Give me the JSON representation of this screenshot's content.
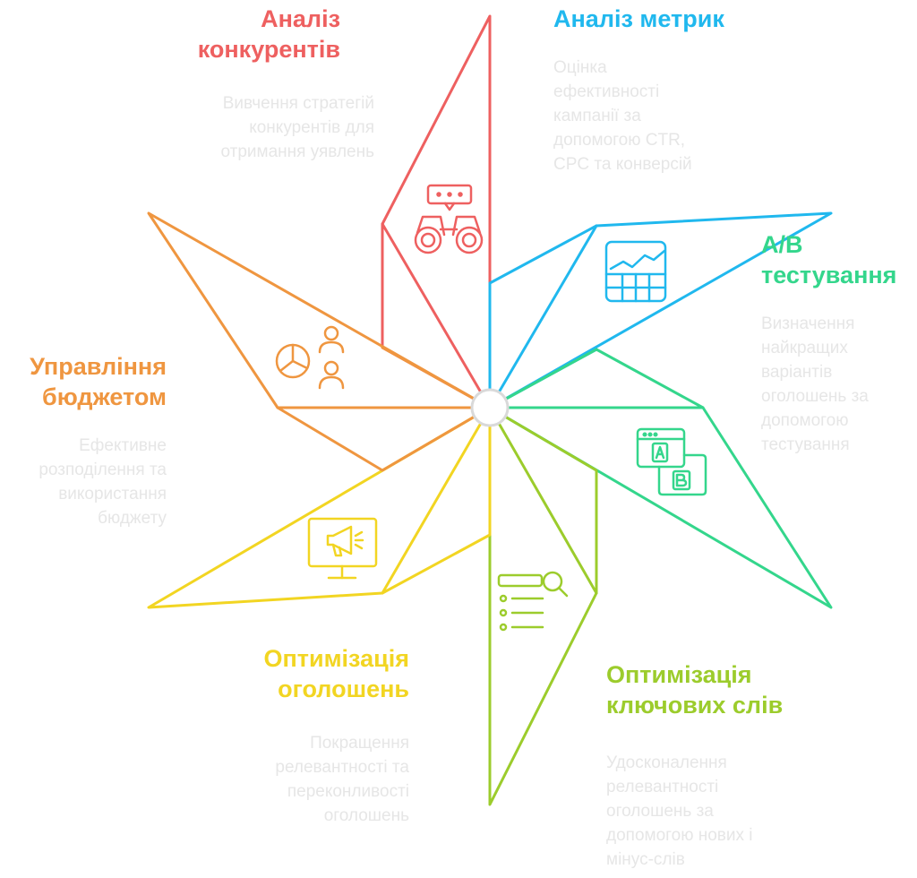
{
  "colors": {
    "red": "#ee6060",
    "blue": "#20b8ee",
    "green": "#34d68c",
    "lime": "#9ccc2c",
    "yellow": "#f2d522",
    "orange": "#ef9640",
    "center": "#d9d9d9",
    "description": "#e6e6e6"
  },
  "segments": [
    {
      "key": "competitors",
      "color": "red",
      "icon": "binoculars-icon",
      "title": [
        "Аналіз",
        "конкурентів"
      ],
      "description": [
        "Вивчення стратегій",
        "конкурентів для",
        "отримання уявлень"
      ]
    },
    {
      "key": "metrics",
      "color": "blue",
      "icon": "growth-chart-icon",
      "title": [
        "Аналіз метрик"
      ],
      "description": [
        "Оцінка",
        "ефективності",
        "кампанії за",
        "допомогою CTR,",
        "CPC та конверсій"
      ]
    },
    {
      "key": "ab-testing",
      "color": "green",
      "icon": "ab-test-icon",
      "title": [
        "A/B",
        "тестування"
      ],
      "description": [
        "Визначення",
        "найкращих",
        "варіантів",
        "оголошень за",
        "допомогою",
        "тестування"
      ]
    },
    {
      "key": "keywords",
      "color": "lime",
      "icon": "search-list-icon",
      "title": [
        "Оптимізація",
        "ключових слів"
      ],
      "description": [
        "Удосконалення",
        "релевантності",
        "оголошень за",
        "допомогою нових і",
        "мінус-слів"
      ]
    },
    {
      "key": "ads",
      "color": "yellow",
      "icon": "megaphone-monitor-icon",
      "title": [
        "Оптимізація",
        "оголошень"
      ],
      "description": [
        "Покращення",
        "релевантності та",
        "переконливості",
        "оголошень"
      ]
    },
    {
      "key": "budget",
      "color": "orange",
      "icon": "pie-chart-people-icon",
      "title": [
        "Управління",
        "бюджетом"
      ],
      "description": [
        "Ефективне",
        "розподілення та",
        "використання",
        "бюджету"
      ]
    }
  ]
}
